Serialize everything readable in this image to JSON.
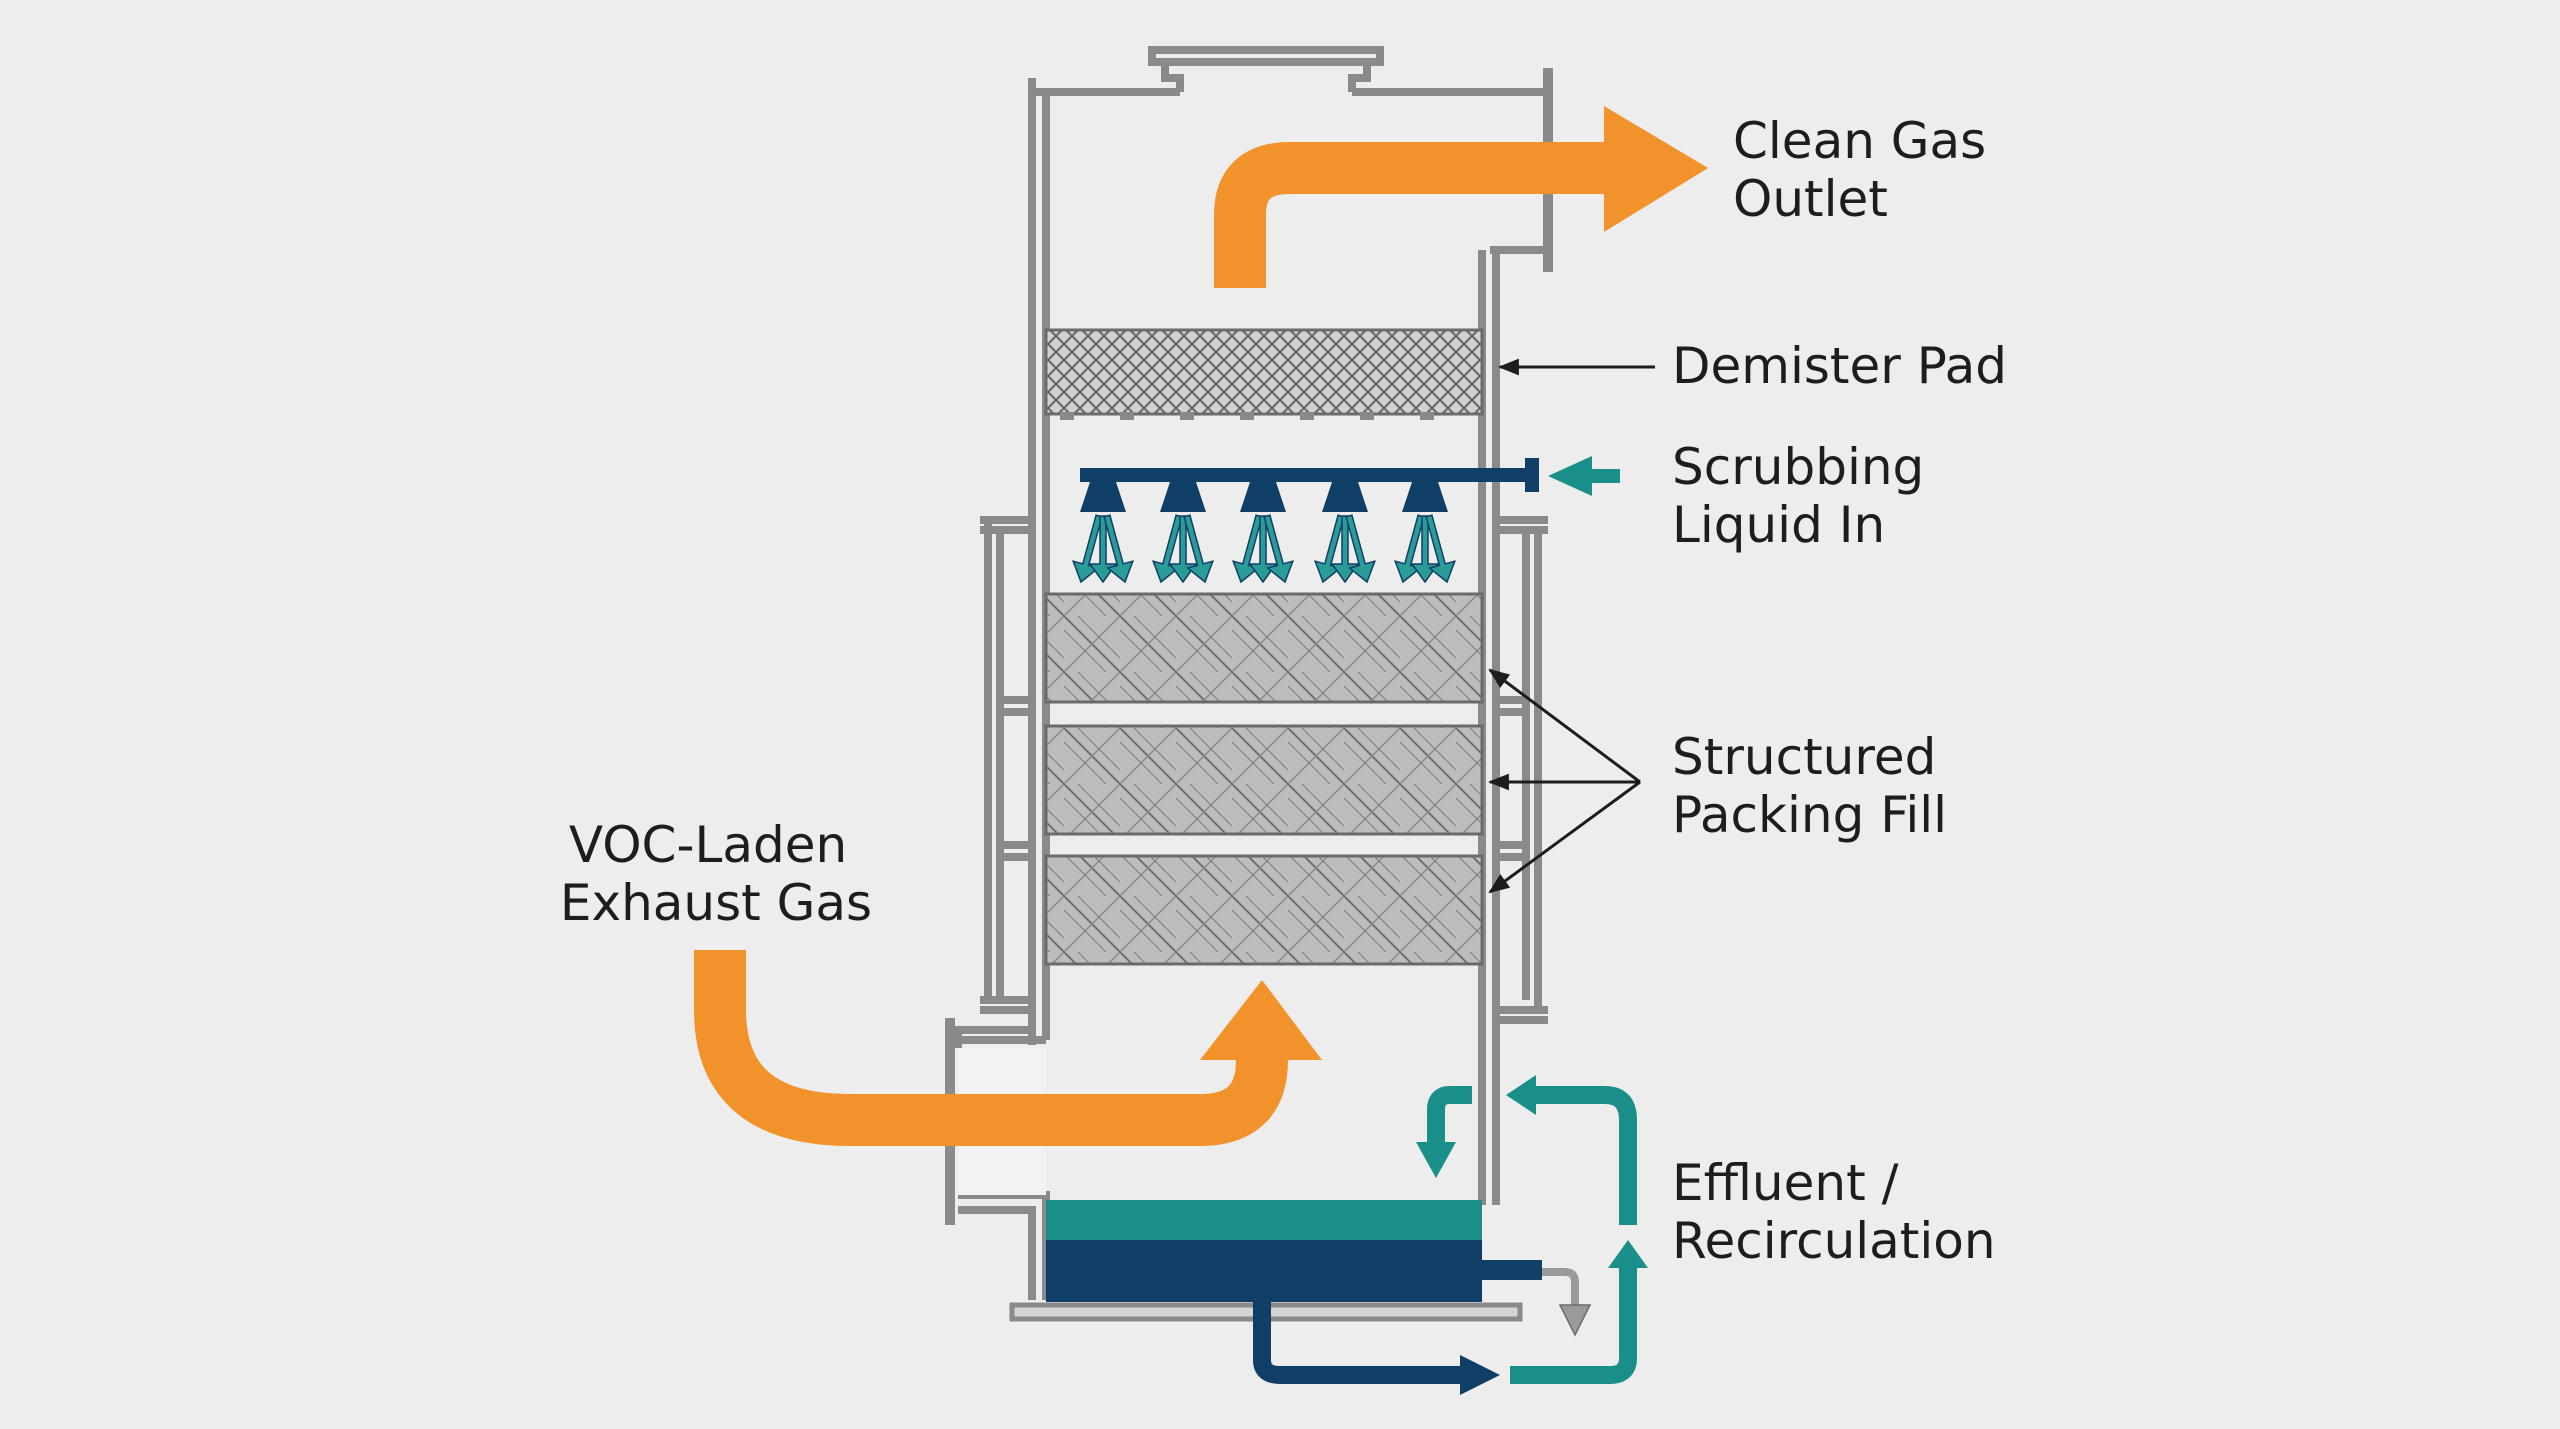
{
  "labels": {
    "clean_gas": [
      "Clean Gas",
      "Outlet"
    ],
    "demister": [
      "Demister Pad"
    ],
    "scrubbing": [
      "Scrubbing",
      "Liquid In"
    ],
    "packing": [
      "Structured",
      "Packing Fill"
    ],
    "voc": [
      "VOC-Laden",
      "Exhaust Gas"
    ],
    "effluent": [
      "Effluent /",
      "Recirculation"
    ]
  },
  "colors": {
    "gas_flow": "#f2922a",
    "liquid_teal": "#1a8f8a",
    "liquid_navy": "#0f3f66",
    "vessel_wall": "#8a8a8a",
    "packing_fill": "#bdbdbd",
    "spray_arrow": "#2a9c98"
  }
}
